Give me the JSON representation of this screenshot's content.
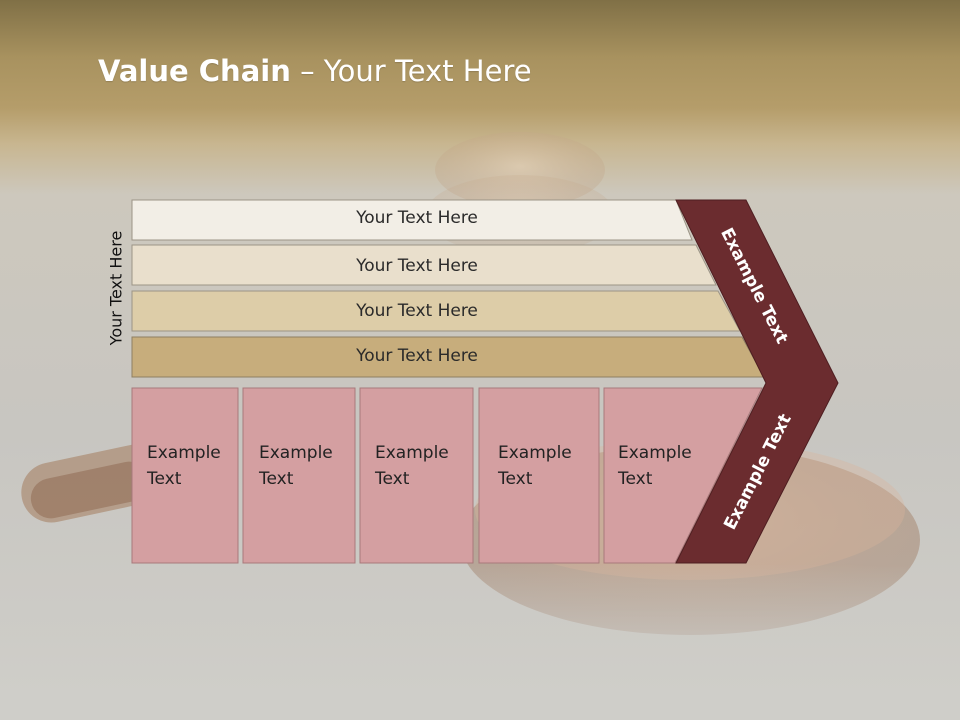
{
  "slide": {
    "title_bold": "Value Chain",
    "title_rest": " – Your Text Here",
    "side_label": "Your Text Here"
  },
  "stripes": [
    {
      "label": "Your Text Here",
      "color": "#f2eee6"
    },
    {
      "label": "Your Text Here",
      "color": "#e9dfcc"
    },
    {
      "label": "Your Text Here",
      "color": "#ddcda8"
    },
    {
      "label": "Your Text Here",
      "color": "#c7ad7c"
    }
  ],
  "boxes": [
    {
      "line1": "Example",
      "line2": "Text"
    },
    {
      "line1": "Example",
      "line2": "Text"
    },
    {
      "line1": "Example",
      "line2": "Text"
    },
    {
      "line1": "Example",
      "line2": "Text"
    },
    {
      "line1": "Example",
      "line2": "Text"
    }
  ],
  "chevron": {
    "upper_label": "Example Text",
    "lower_label": "Example Text",
    "color": "#6b2c2f"
  },
  "colors": {
    "box_fill": "#d49fa1",
    "box_border": "#a8797b",
    "title_text": "#ffffff"
  }
}
